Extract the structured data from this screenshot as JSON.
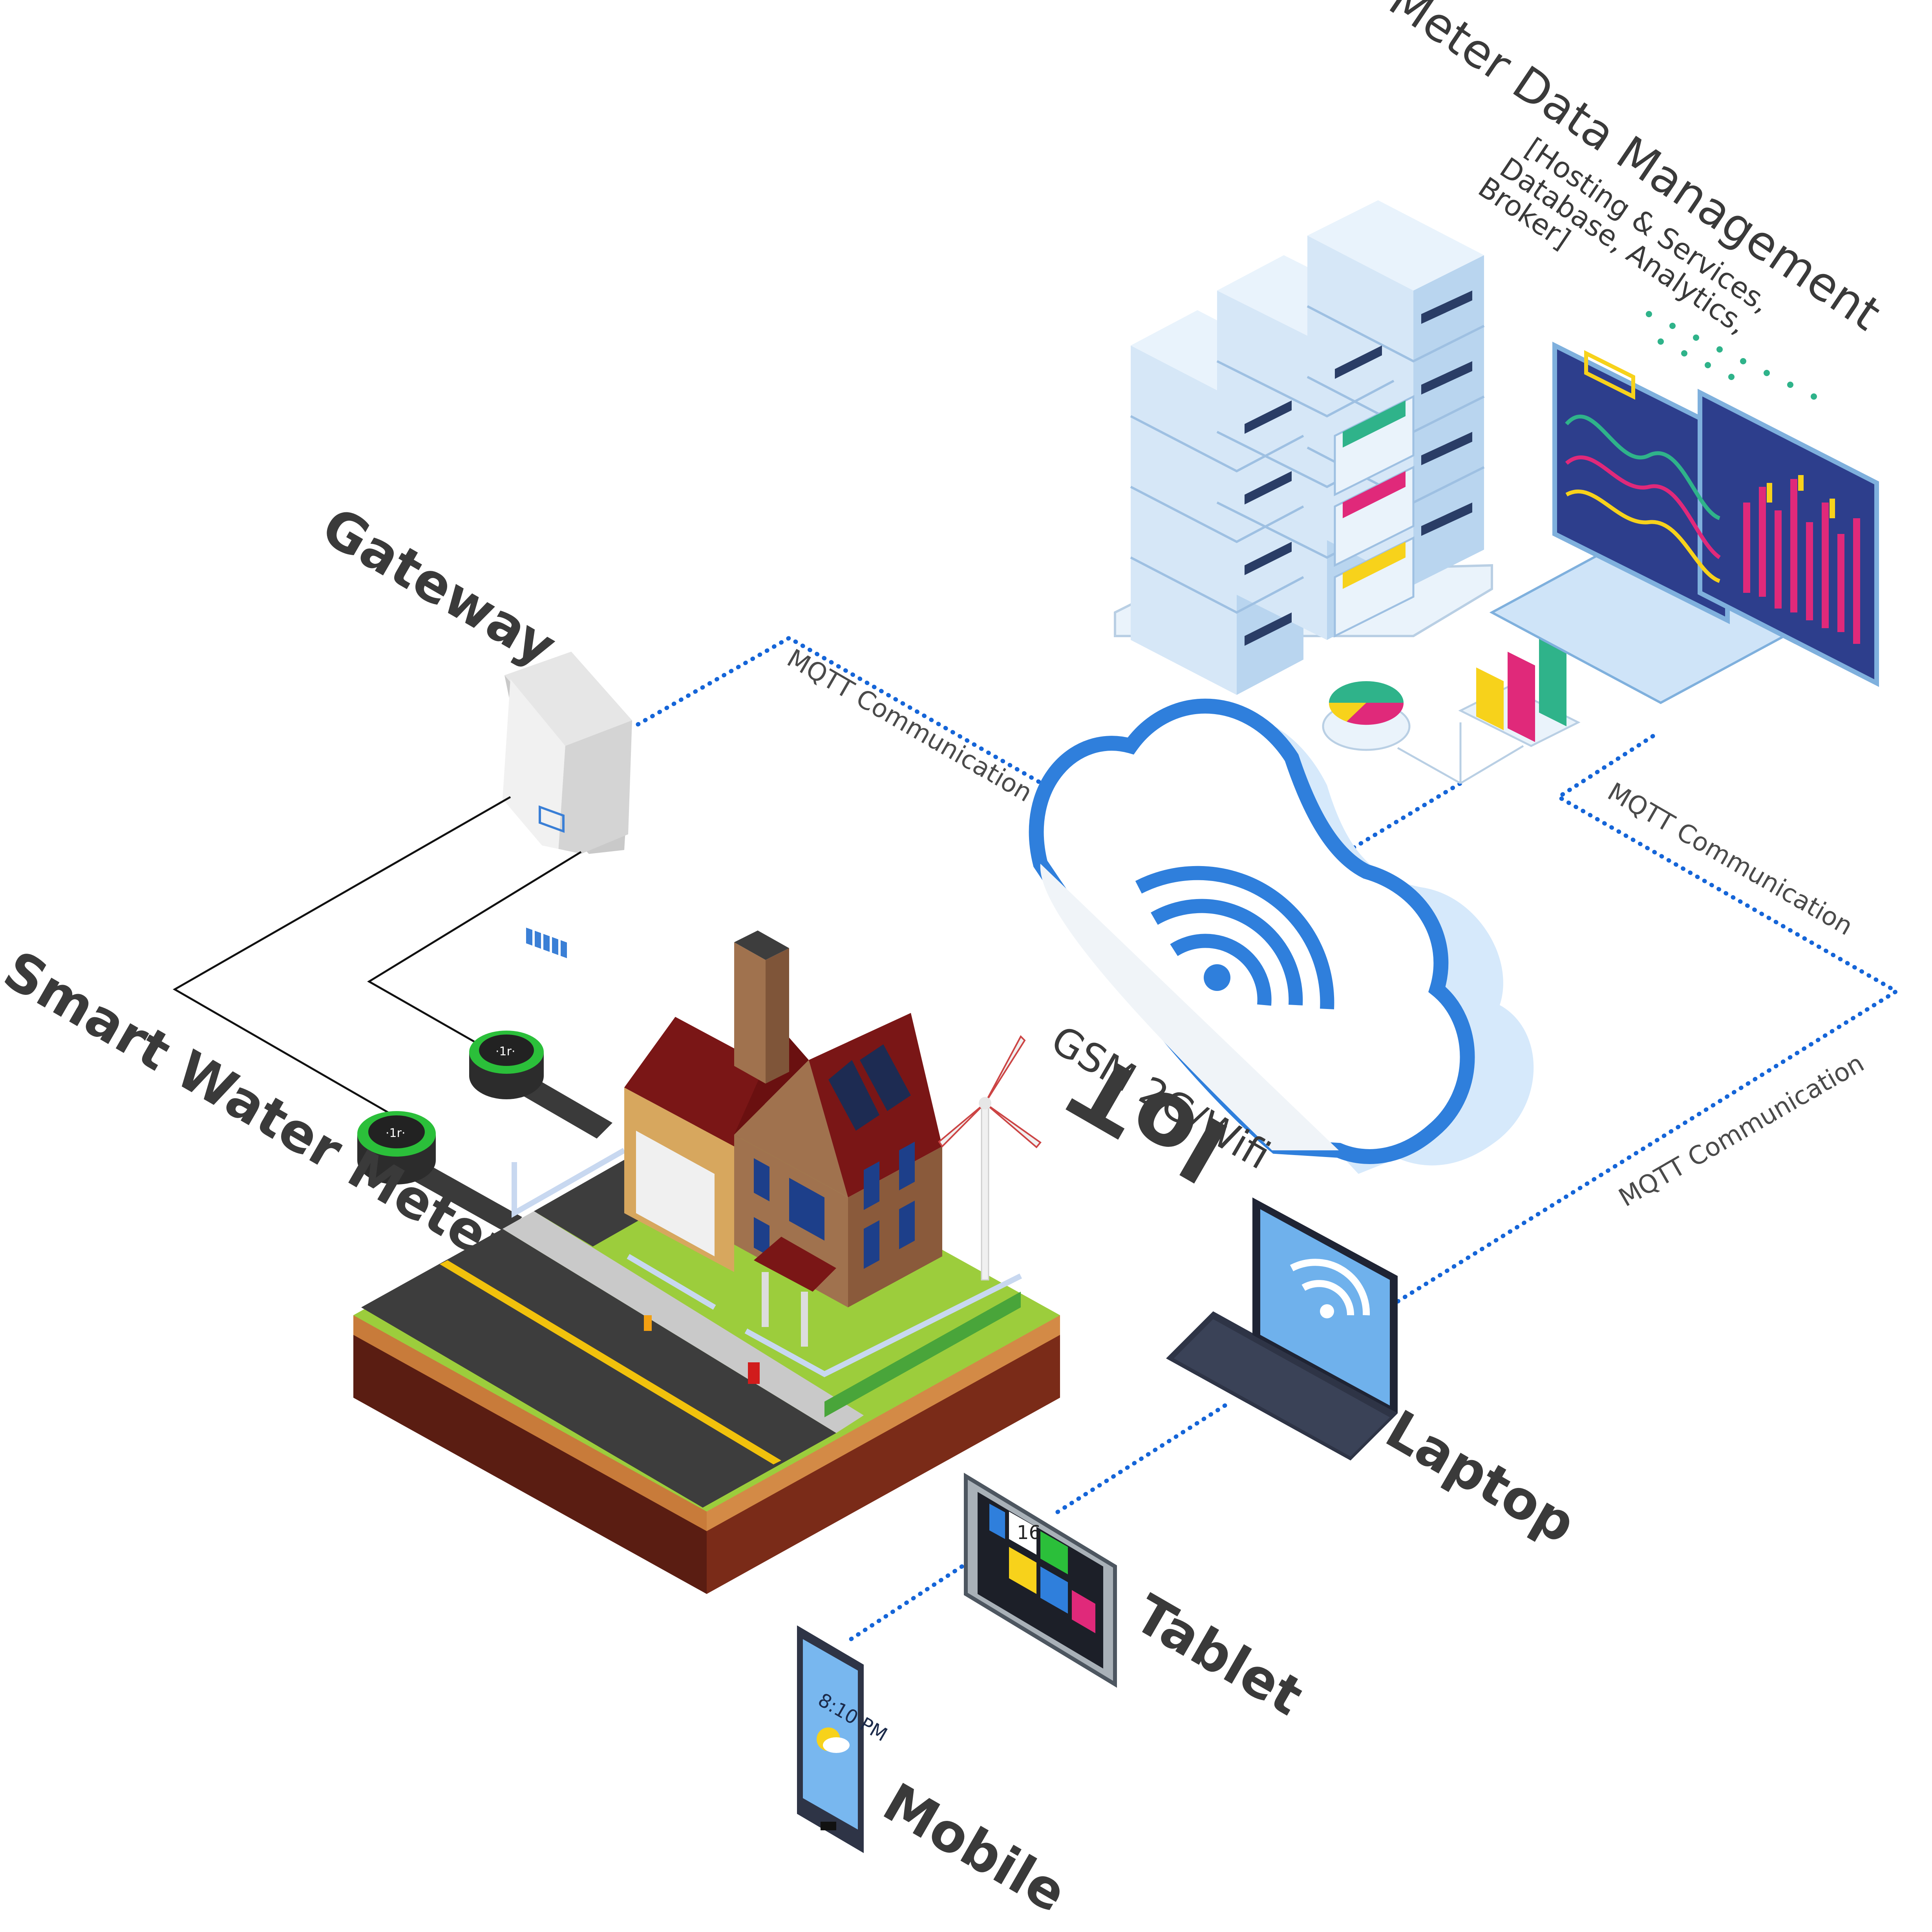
{
  "labels": {
    "gateway": "Gateway",
    "smart_water_meter": "Smart Water Meter",
    "iot": "IoT",
    "iot_sub": "GSM 2G/Wifi",
    "mdm_title": "Meter Data Management",
    "mdm_line1": "[Hosting & Services,",
    "mdm_line2": "Database, Analytics,",
    "mdm_line3": "Broker]",
    "laptop": "Laptop",
    "tablet": "Tablet",
    "mobile": "Mobile",
    "tablet_date_num": "16",
    "mobile_time": "8:10 PM"
  },
  "connections": {
    "gateway_cloud": "MQTT Communication",
    "cloud_mdm": "MQTT Communication",
    "mdm_devices": "MQTT Communication"
  },
  "colors": {
    "link": "#1565d8",
    "cloud_blue": "#2f7fdc",
    "server_blue": "#cfe4f8",
    "label": "#3a3a3a",
    "grass": "#9ccd3c",
    "roof": "#7a1616",
    "wall": "#a0724e"
  },
  "icons": {
    "cloud": "cloud-wifi-icon",
    "gateway": "gateway-device-icon",
    "meter": "water-meter-icon",
    "servers": "server-rack-icon",
    "monitor": "analytics-laptop-icon",
    "laptop": "laptop-icon",
    "tablet": "tablet-icon",
    "mobile": "smartphone-icon",
    "house": "house-icon",
    "turbine": "wind-turbine-icon"
  }
}
